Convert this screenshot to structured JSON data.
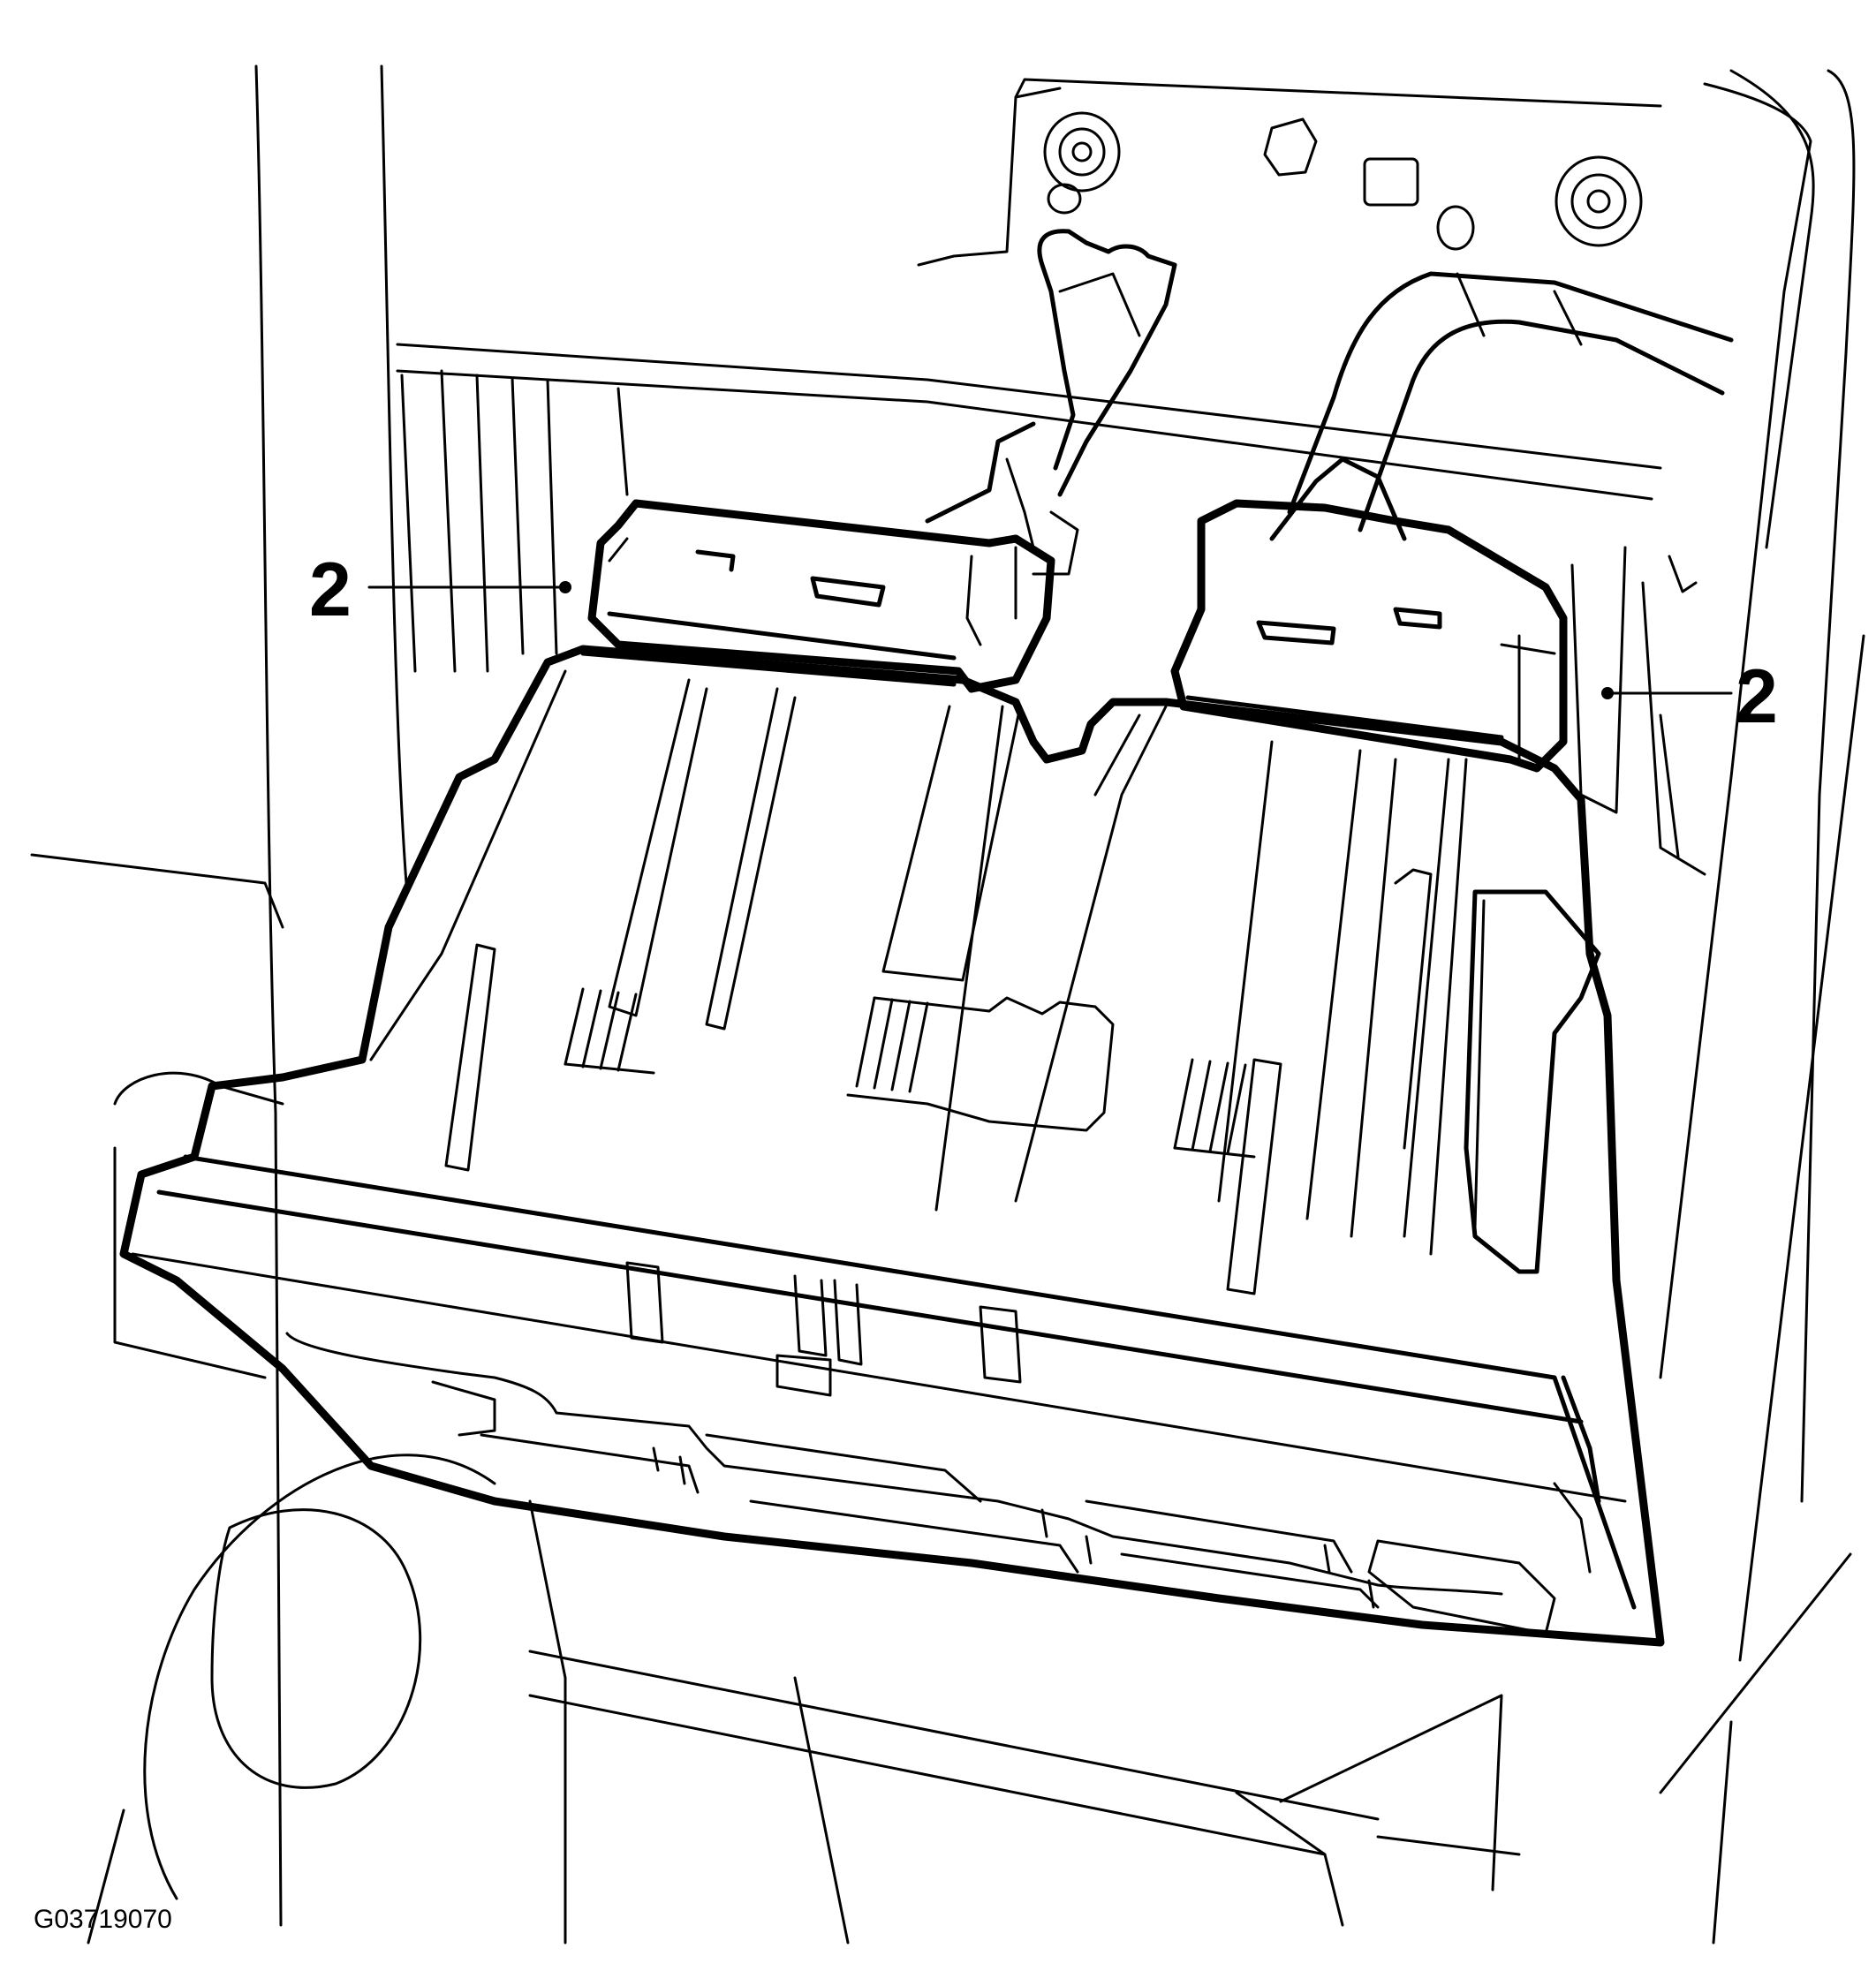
{
  "callouts": [
    {
      "id": "left",
      "label": "2"
    },
    {
      "id": "right",
      "label": "2"
    }
  ],
  "figure_id": "G03719070"
}
